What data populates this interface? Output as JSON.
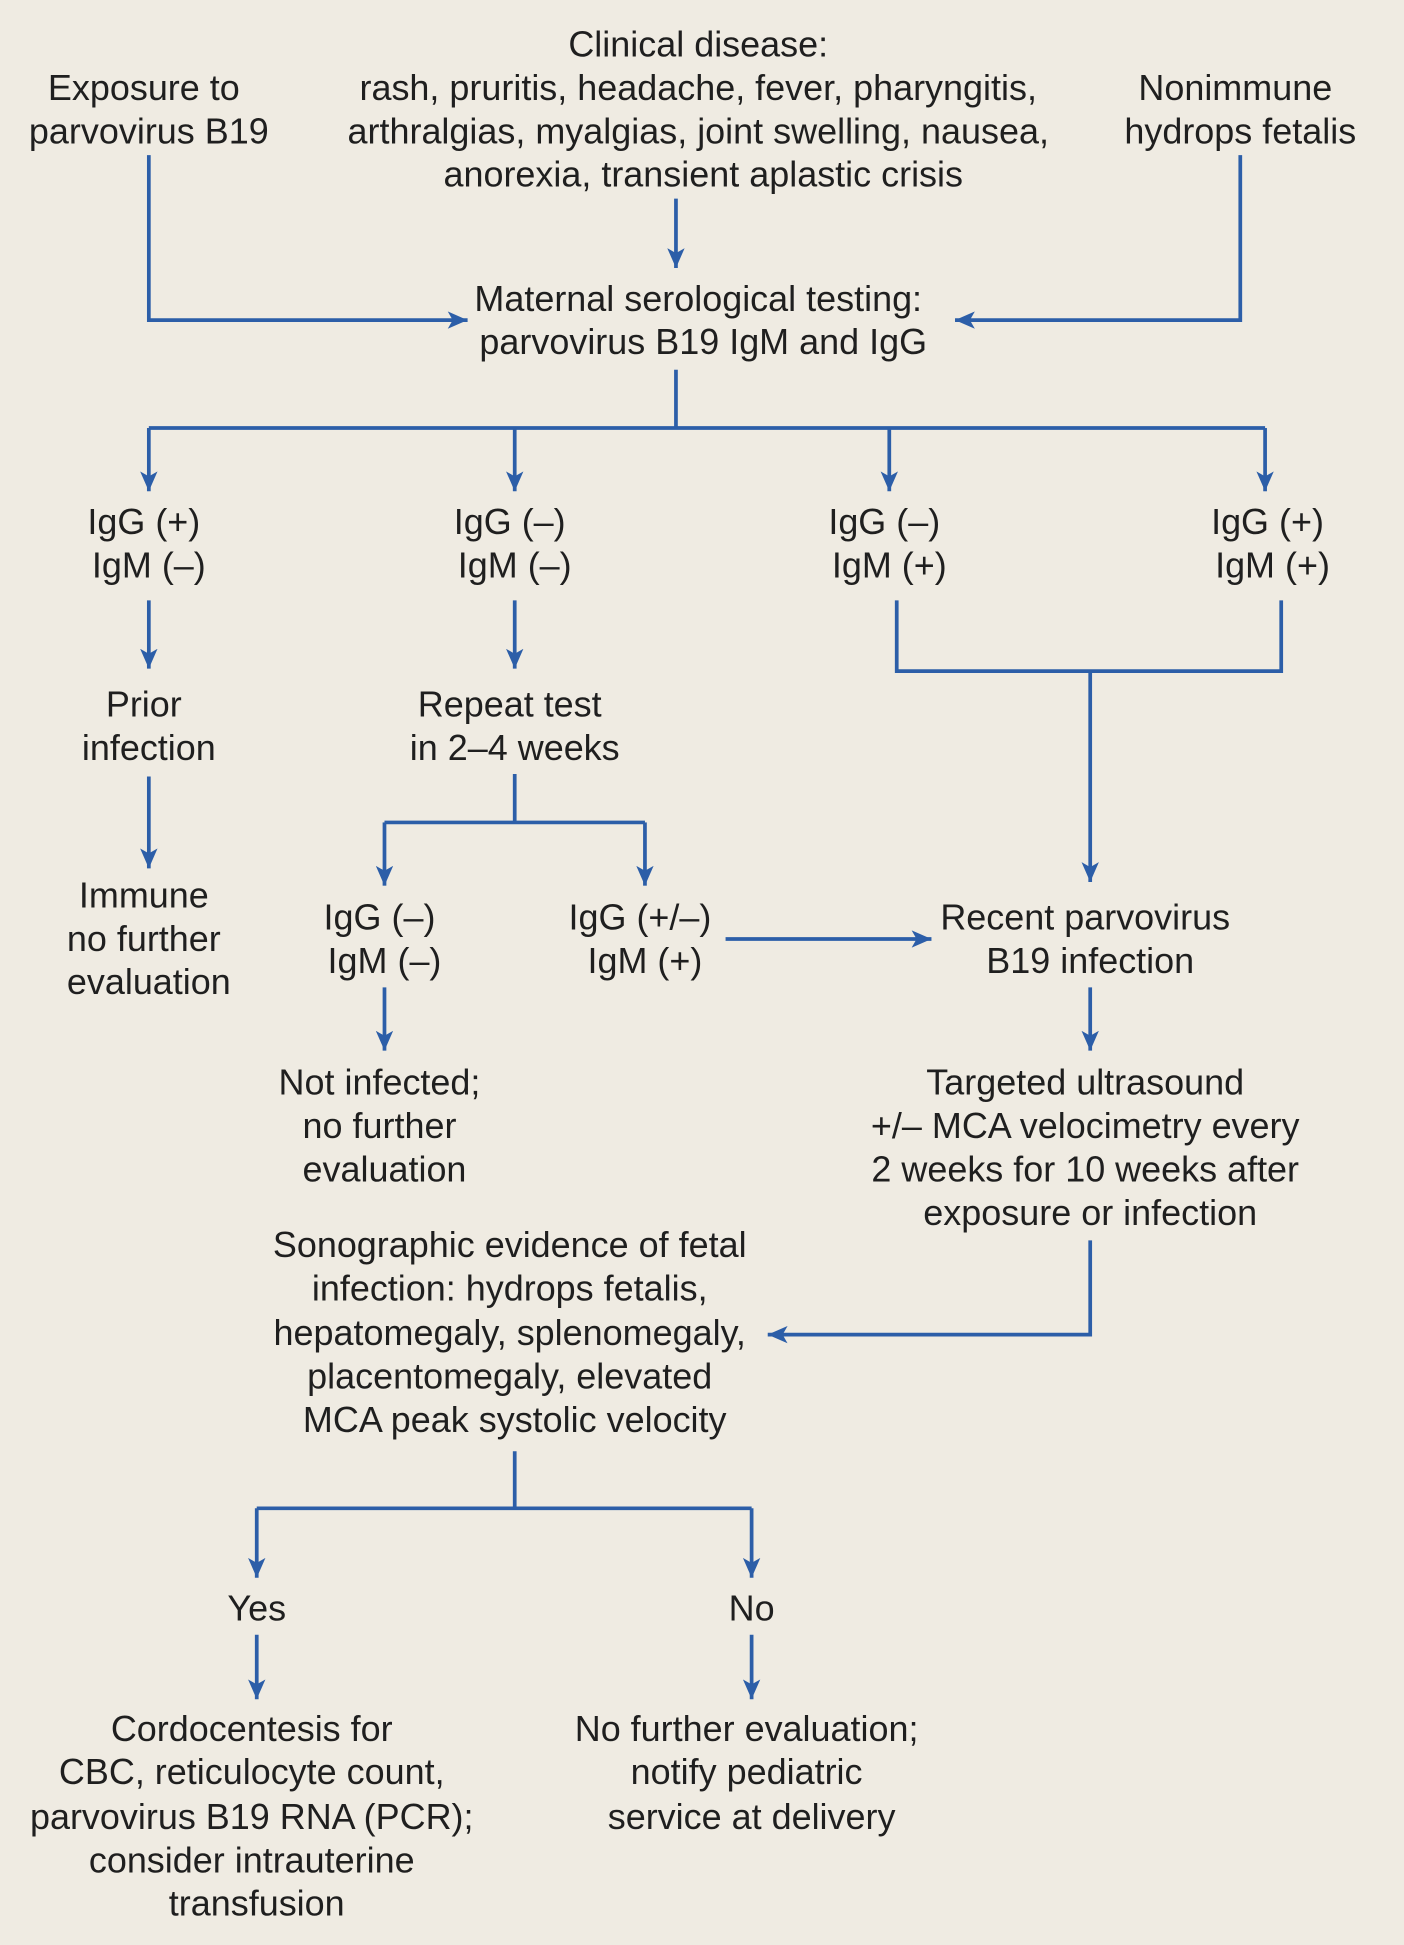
{
  "diagram": {
    "type": "flowchart",
    "background": "#efebe2",
    "line_color": "#2c5ea8",
    "text_color": "#1f1f1f"
  },
  "nodes": {
    "clinical_disease": [
      "Clinical disease:",
      "rash, pruritis, headache, fever, pharyngitis,",
      "arthralgias, myalgias, joint swelling, nausea,",
      "anorexia, transient aplastic crisis"
    ],
    "exposure": [
      "Exposure to",
      "parvovirus B19"
    ],
    "nonimmune": [
      "Nonimmune",
      "hydrops fetalis"
    ],
    "maternal_testing": [
      "Maternal serological testing:",
      "parvovirus B19 IgM and IgG"
    ],
    "result_igg_pos_igm_neg": [
      "IgG (+)",
      "IgM (–)"
    ],
    "result_igg_neg_igm_neg": [
      "IgG (–)",
      "IgM (–)"
    ],
    "result_igg_neg_igm_pos": [
      "IgG (–)",
      "IgM (+)"
    ],
    "result_igg_pos_igm_pos": [
      "IgG (+)",
      "IgM (+)"
    ],
    "prior_infection": [
      "Prior",
      "infection"
    ],
    "repeat_test": [
      "Repeat test",
      "in 2–4 weeks"
    ],
    "immune": [
      "Immune",
      "no further",
      "evaluation"
    ],
    "repeat_igg_neg_igm_neg": [
      "IgG (–)",
      "IgM (–)"
    ],
    "repeat_igg_pm_igm_pos": [
      "IgG (+/–)",
      "IgM (+)"
    ],
    "recent_infection": [
      "Recent parvovirus",
      "B19 infection"
    ],
    "not_infected": [
      "Not infected;",
      "no further",
      "evaluation"
    ],
    "targeted_ultrasound": [
      "Targeted ultrasound",
      "+/– MCA velocimetry every",
      "2 weeks for 10 weeks after",
      "exposure or infection"
    ],
    "sonographic_evidence": [
      "Sonographic evidence of fetal",
      "infection: hydrops fetalis,",
      "hepatomegaly, splenomegaly,",
      "placentomegaly, elevated",
      "MCA peak systolic velocity"
    ],
    "yes": [
      "Yes"
    ],
    "no": [
      "No"
    ],
    "cordocentesis": [
      "Cordocentesis for",
      "CBC, reticulocyte count,",
      "parvovirus B19 RNA (PCR);",
      "consider intrauterine",
      "transfusion"
    ],
    "no_further_evaluation": [
      "No further evaluation;",
      "notify pediatric",
      "service at delivery"
    ]
  }
}
